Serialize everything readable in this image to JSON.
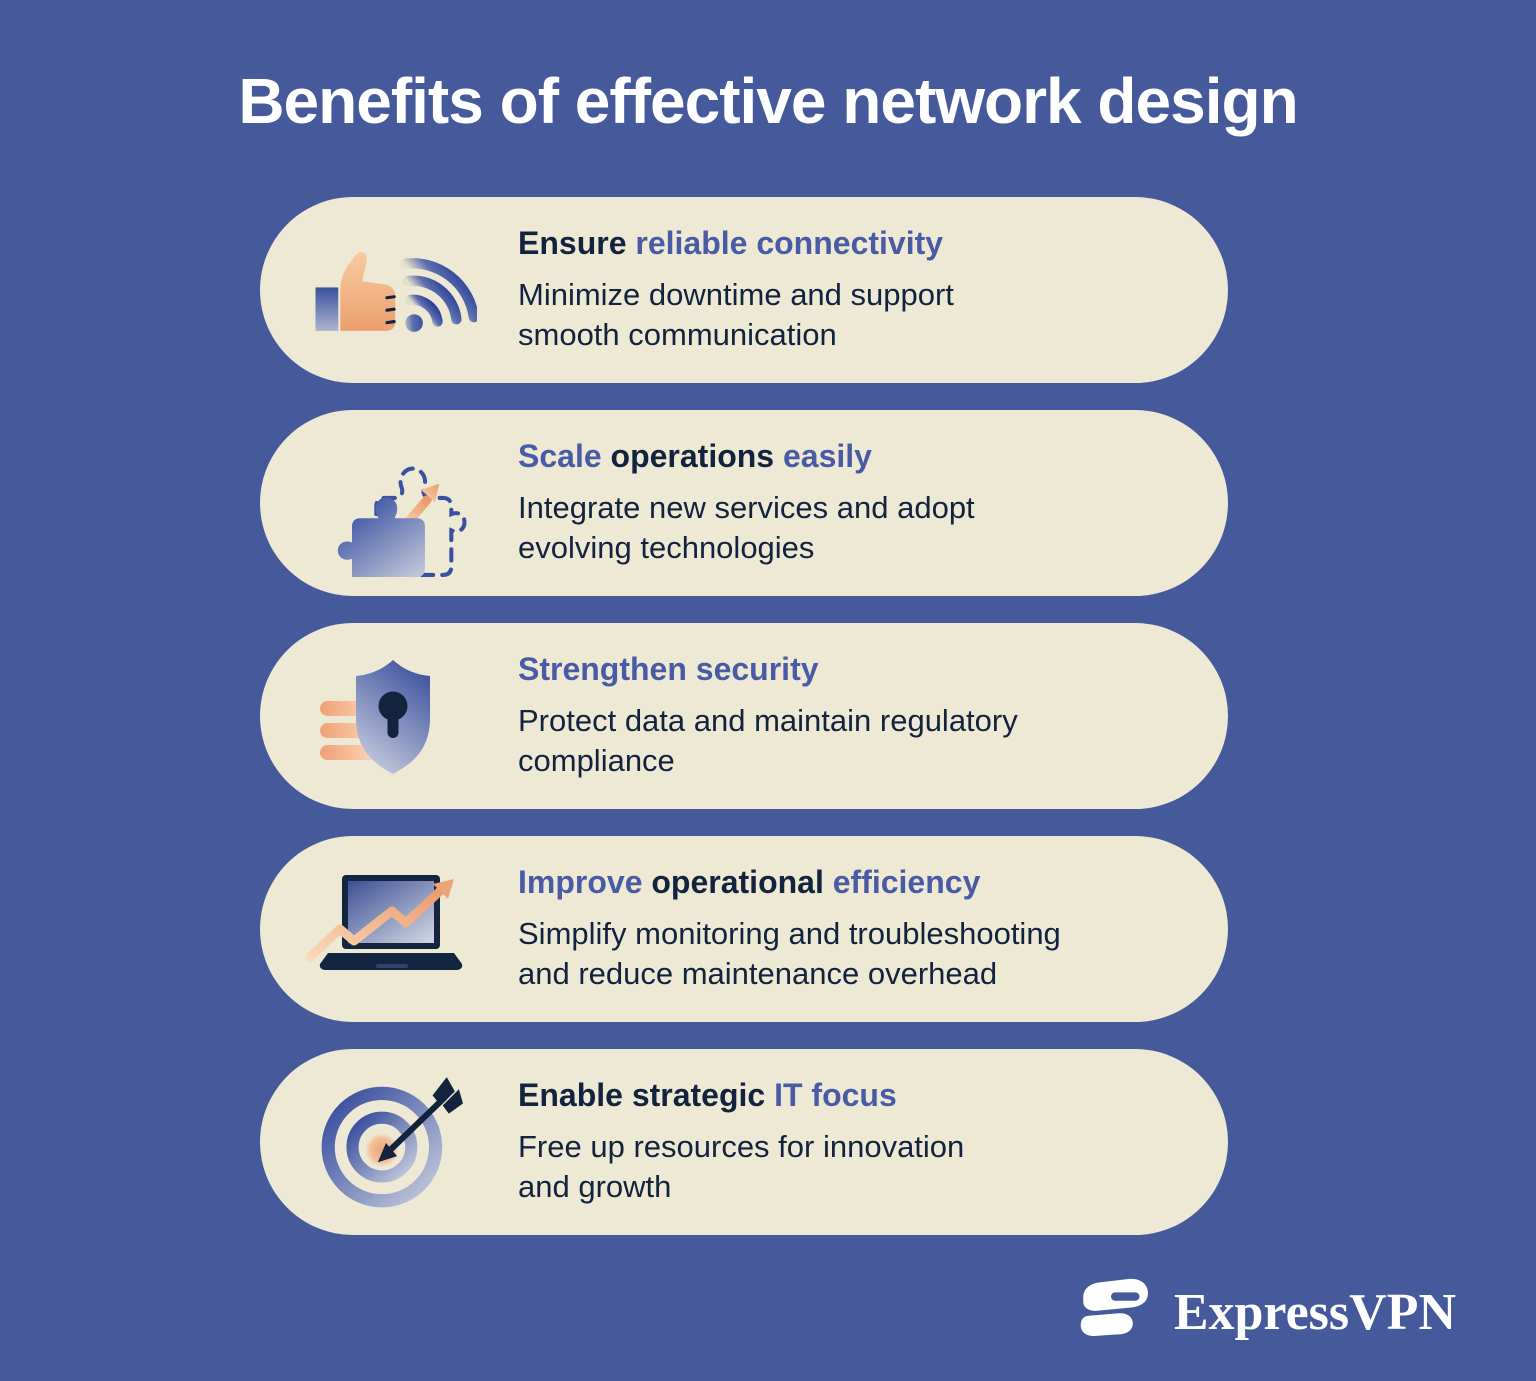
{
  "page": {
    "title": "Benefits of effective network design",
    "background_color": "#45599B",
    "card_background_color": "#EDE9D5",
    "text_navy": "#13233E",
    "accent_blue": "#4A5BA6",
    "accent_peach": "#EFA57E"
  },
  "cards": [
    {
      "icon": "thumbs-up-wifi-icon",
      "title": [
        {
          "text": "Ensure ",
          "color": "navy"
        },
        {
          "text": "reliable connectivity",
          "color": "blue"
        }
      ],
      "description": [
        "Minimize downtime and support",
        "smooth communication"
      ]
    },
    {
      "icon": "puzzle-scale-icon",
      "title": [
        {
          "text": "Scale ",
          "color": "blue"
        },
        {
          "text": "operations ",
          "color": "navy"
        },
        {
          "text": "easily",
          "color": "blue"
        }
      ],
      "description": [
        "Integrate new services and adopt",
        "evolving technologies"
      ]
    },
    {
      "icon": "shield-lock-icon",
      "title": [
        {
          "text": "Strengthen security",
          "color": "blue"
        }
      ],
      "description": [
        "Protect data and maintain regulatory",
        "compliance"
      ]
    },
    {
      "icon": "laptop-chart-icon",
      "title": [
        {
          "text": "Improve ",
          "color": "blue"
        },
        {
          "text": "operational ",
          "color": "navy"
        },
        {
          "text": "efficiency",
          "color": "blue"
        }
      ],
      "description": [
        "Simplify monitoring and troubleshooting",
        "and reduce maintenance overhead"
      ]
    },
    {
      "icon": "target-arrow-icon",
      "title": [
        {
          "text": "Enable strategic ",
          "color": "navy"
        },
        {
          "text": "IT focus",
          "color": "blue"
        }
      ],
      "description": [
        "Free up resources for innovation",
        "and growth"
      ]
    }
  ],
  "footer": {
    "brand": "ExpressVPN"
  }
}
